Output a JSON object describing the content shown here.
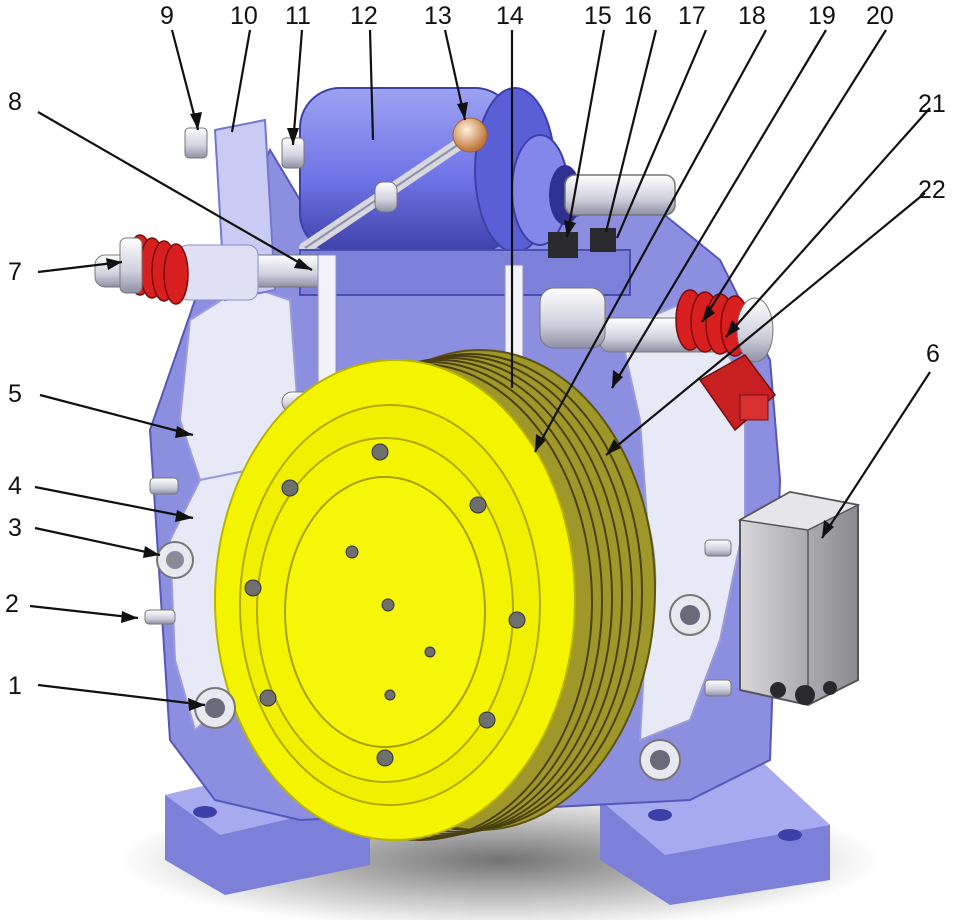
{
  "colors": {
    "frame": "#8c8fe0",
    "frame_dark": "#5558b8",
    "frame_light": "#c9cbf5",
    "sheave": "#f4f400",
    "sheave_dark": "#c9c400",
    "groove": "#8a7a2a",
    "motor": "#6f74e6",
    "spring": "#d81e1e",
    "steel": "#dcdce6",
    "switch_red": "#c82020",
    "box": "#9a9a9e",
    "knob": "#e6a86c"
  },
  "callouts": [
    {
      "id": "1",
      "label": "1"
    },
    {
      "id": "2",
      "label": "2"
    },
    {
      "id": "3",
      "label": "3"
    },
    {
      "id": "4",
      "label": "4"
    },
    {
      "id": "5",
      "label": "5"
    },
    {
      "id": "6",
      "label": "6"
    },
    {
      "id": "7",
      "label": "7"
    },
    {
      "id": "8",
      "label": "8"
    },
    {
      "id": "9",
      "label": "9"
    },
    {
      "id": "10",
      "label": "10"
    },
    {
      "id": "11",
      "label": "11"
    },
    {
      "id": "12",
      "label": "12"
    },
    {
      "id": "13",
      "label": "13"
    },
    {
      "id": "14",
      "label": "14"
    },
    {
      "id": "15",
      "label": "15"
    },
    {
      "id": "16",
      "label": "16"
    },
    {
      "id": "17",
      "label": "17"
    },
    {
      "id": "18",
      "label": "18"
    },
    {
      "id": "19",
      "label": "19"
    },
    {
      "id": "20",
      "label": "20"
    },
    {
      "id": "21",
      "label": "21"
    },
    {
      "id": "22",
      "label": "22"
    }
  ]
}
